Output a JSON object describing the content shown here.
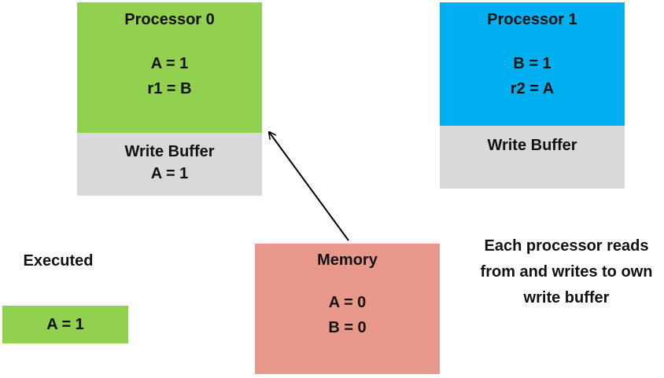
{
  "colors": {
    "processor0": "#92d050",
    "processor1": "#00b0f0",
    "write_buffer": "#d9d9d9",
    "memory": "#e8998c",
    "executed": "#92d050"
  },
  "processor0": {
    "title": "Processor 0",
    "lines": [
      "A = 1",
      "r1 = B"
    ],
    "write_buffer": {
      "title": "Write Buffer",
      "entries": [
        "A = 1"
      ]
    }
  },
  "processor1": {
    "title": "Processor 1",
    "lines": [
      "B = 1",
      "r2 = A"
    ],
    "write_buffer": {
      "title": "Write Buffer",
      "entries": []
    }
  },
  "memory": {
    "title": "Memory",
    "lines": [
      "A = 0",
      "B = 0"
    ]
  },
  "executed": {
    "label": "Executed",
    "items": [
      "A = 1"
    ]
  },
  "note": "Each processor reads from and writes to own write buffer"
}
